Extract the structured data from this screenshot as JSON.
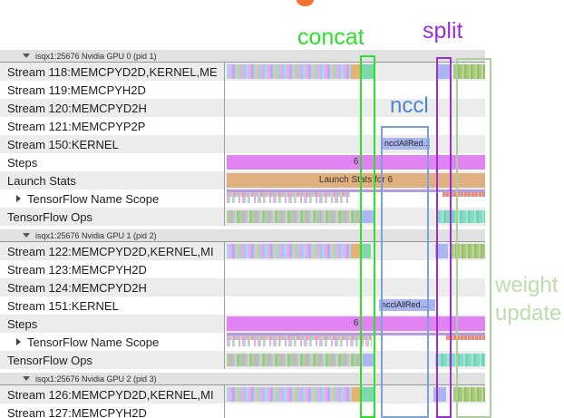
{
  "annotations": {
    "concat": "concat",
    "split": "split",
    "nccl": "nccl",
    "weight_update_line1": "weight",
    "weight_update_line2": "update"
  },
  "timeline": {
    "steps_value": "6",
    "launch_stats_text": "Launch Stats for 6",
    "nccl_kernel_text": "ncclAllRed..."
  },
  "sections": [
    {
      "header": "isqx1:25676 Nvidia GPU 0 (pid 1)",
      "rows": [
        {
          "label": "Stream 118:MEMCPYD2D,KERNEL,ME"
        },
        {
          "label": "Stream 119:MEMCPYH2D"
        },
        {
          "label": "Stream 120:MEMCPYD2H"
        },
        {
          "label": "Stream 121:MEMCPYP2P"
        },
        {
          "label": "Stream 150:KERNEL"
        },
        {
          "label": "Steps"
        },
        {
          "label": "Launch Stats"
        },
        {
          "label": "TensorFlow Name Scope"
        },
        {
          "label": "TensorFlow Ops"
        }
      ]
    },
    {
      "header": "isqx1:25676 Nvidia GPU 1 (pid 2)",
      "rows": [
        {
          "label": "Stream 122:MEMCPYD2D,KERNEL,MI"
        },
        {
          "label": "Stream 123:MEMCPYH2D"
        },
        {
          "label": "Stream 124:MEMCPYD2H"
        },
        {
          "label": "Stream 151:KERNEL"
        },
        {
          "label": "Steps"
        },
        {
          "label": "TensorFlow Name Scope"
        },
        {
          "label": "TensorFlow Ops"
        }
      ]
    },
    {
      "header": "isqx1:25676 Nvidia GPU 2 (pid 3)",
      "rows": [
        {
          "label": "Stream 126:MEMCPYD2D,KERNEL,MI"
        },
        {
          "label": "Stream 127:MEMCPYH2D"
        }
      ]
    }
  ],
  "colors": {
    "concat_annotation": "#2ce02c",
    "split_annotation": "#9a2fd9",
    "nccl_annotation": "#78a2dc",
    "nccl_text": "#4a86d8",
    "weight_update_annotation": "#abd09e",
    "steps_bar": "#e183f2",
    "launch_stats_bar": "#e0b080",
    "nccl_kernel_bar": "#aab6ee"
  }
}
